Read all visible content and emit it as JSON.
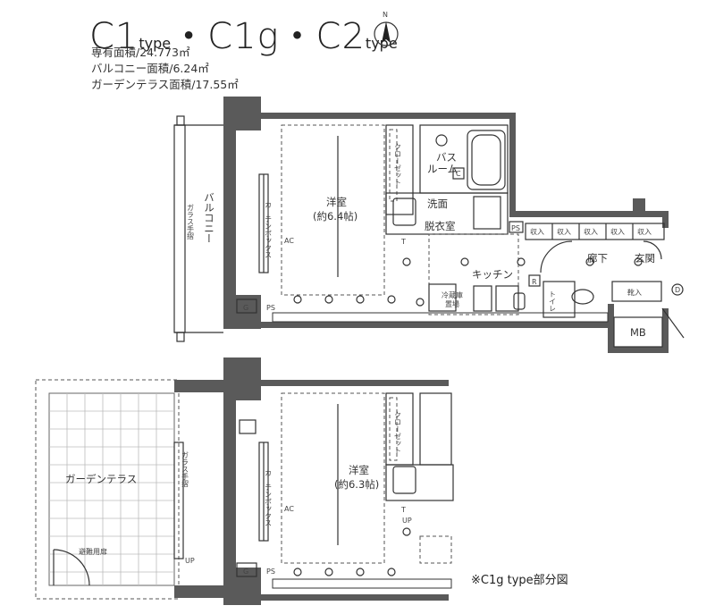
{
  "header": {
    "c1": "C1",
    "type1": "type",
    "dot1": "・",
    "c1g": "C1g",
    "dot2": "・",
    "c2": "C2",
    "type2": "type",
    "compass": "N"
  },
  "specs": {
    "private_area": "専有面積/24.773㎡",
    "balcony_area": "バルコニー面積/6.24㎡",
    "garden_area": "ガーデンテラス面積/17.55㎡"
  },
  "rooms_top": {
    "balcony": "バルコニー",
    "glass_rail": "ガラス手摺",
    "western_room": "洋室",
    "western_size": "(約6.4帖)",
    "closet": "クローゼット",
    "curtain_box": "カーテンボックス",
    "ac": "AC",
    "bath": "バス",
    "bath2": "ルーム",
    "washroom": "洗面",
    "dressing": "脱衣室",
    "kitchen": "キッチン",
    "fridge": "冷蔵庫",
    "fridge2": "置場",
    "hallway": "廊下",
    "entrance": "玄関",
    "toilet": "トイレ",
    "storage": "収入",
    "shoes": "靴入",
    "mb": "MB",
    "ps": "PS",
    "g": "G",
    "r": "R",
    "c": "C",
    "d": "D",
    "t": "T"
  },
  "rooms_bottom": {
    "garden_terrace": "ガーデンテラス",
    "glass_rail": "ガラス手摺",
    "evac_door": "避難用扉",
    "up": "UP",
    "western_room": "洋室",
    "western_size": "(約6.3帖)",
    "closet": "クローゼット",
    "curtain_box": "カーテンボックス",
    "ac": "AC",
    "ps": "PS",
    "g": "G",
    "t": "T"
  },
  "note": "※C1g type部分図"
}
